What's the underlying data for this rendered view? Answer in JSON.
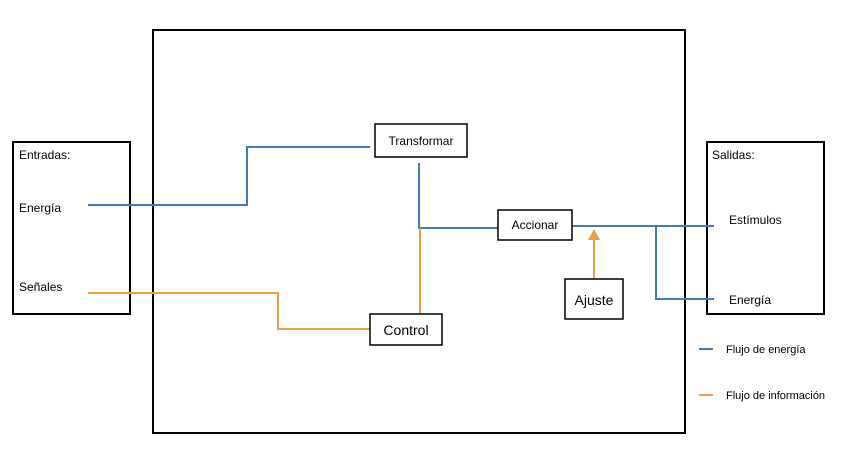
{
  "colors": {
    "energy": "#3F7CB8",
    "information": "#E8A04A",
    "stroke": "#000000",
    "background": "#FFFFFF"
  },
  "inputs": {
    "title": "Entradas:",
    "energy": "Energía",
    "signals": "Señales"
  },
  "outputs": {
    "title": "Salidas:",
    "stimuli": "Estímulos",
    "energy": "Energía"
  },
  "blocks": {
    "transform": "Transformar",
    "actuate": "Accionar",
    "control": "Control",
    "adjust": "Ajuste"
  },
  "legend": {
    "energy_flow": "Flujo de energía",
    "information_flow": "Flujo de información"
  }
}
